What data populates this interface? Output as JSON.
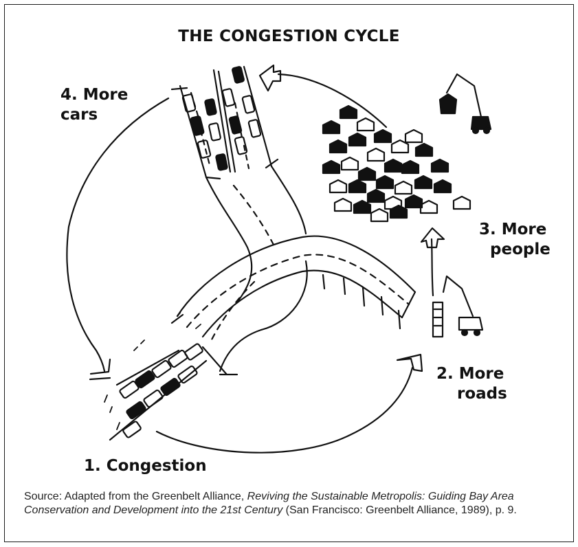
{
  "title": "THE CONGESTION CYCLE",
  "steps": [
    {
      "number": "1.",
      "lines": [
        "1. Congestion"
      ]
    },
    {
      "number": "2.",
      "lines": [
        "2. More",
        "roads"
      ]
    },
    {
      "number": "3.",
      "lines": [
        "3. More",
        "people"
      ]
    },
    {
      "number": "4.",
      "lines": [
        "4. More",
        "cars"
      ]
    }
  ],
  "source": {
    "prefix": "Source: Adapted from the Greenbelt Alliance, ",
    "book_title": "Reviving the Sustainable Metropolis: Guiding Bay Area Conservation and Development into the 21st Century",
    "suffix": " (San Francisco: Greenbelt Alliance, 1989), p. 9."
  }
}
